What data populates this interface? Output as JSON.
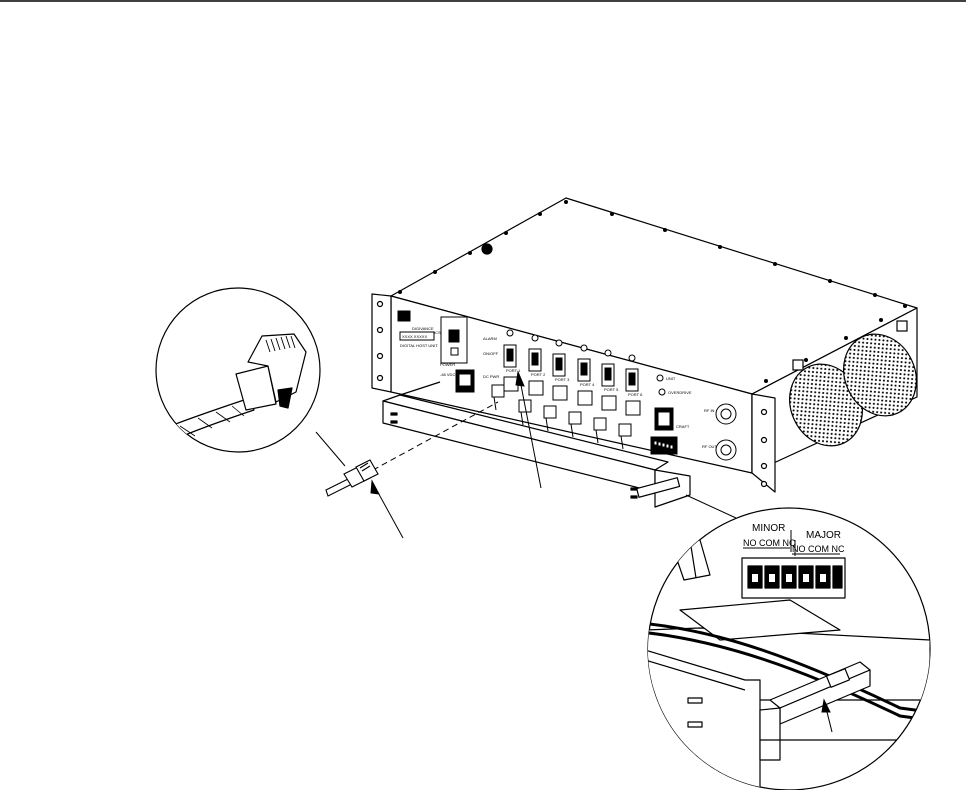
{
  "colors": {
    "ink": "#000000",
    "paper": "#ffffff",
    "grid": "#9a9a9a"
  },
  "unit": {
    "brand": "DIGIVANCE",
    "model": "ICS",
    "serial_placeholder": "XXXX   XXXXX",
    "name": "DIGITAL HOST UNIT"
  },
  "panel": {
    "alarm": "ALARM",
    "on_off": "ON/OFF",
    "dc_pwr": "DC PWR",
    "power": "POWER",
    "input": "-48 VDC",
    "ports": [
      "PORT 1",
      "PORT 2",
      "PORT 3",
      "PORT 4",
      "PORT 5",
      "PORT 6"
    ],
    "unit_led": "UNIT",
    "overdrive": "OVERDRIVE",
    "craft": "CRAFT",
    "rf_in": "RF IN",
    "rf_out": "RF OUT"
  },
  "alarm_block": {
    "minor": "MINOR",
    "major": "MAJOR",
    "minor_contacts": "NO  COM  NC",
    "major_contacts": "NO  COM  NC"
  }
}
